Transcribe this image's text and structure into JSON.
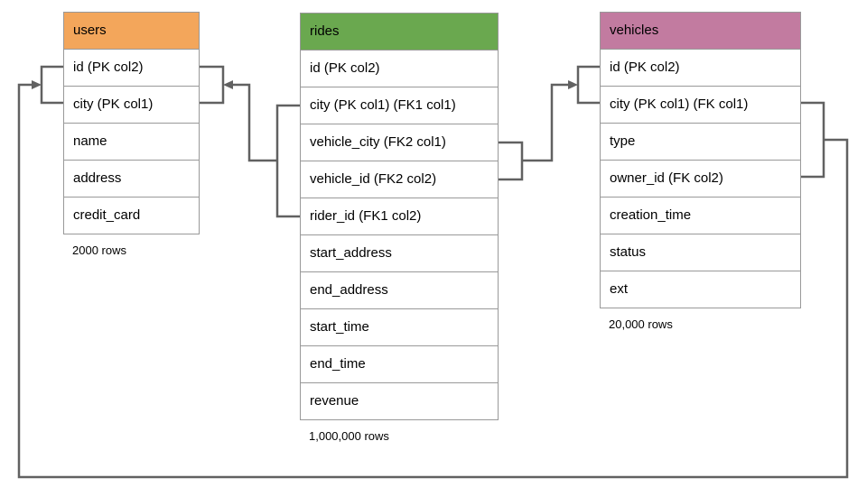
{
  "tables": {
    "users": {
      "title": "users",
      "header_color": "#F3A65B",
      "columns": [
        "id (PK col2)",
        "city (PK col1)",
        "name",
        "address",
        "credit_card"
      ],
      "row_count": "2000 rows"
    },
    "rides": {
      "title": "rides",
      "header_color": "#6AA84F",
      "columns": [
        "id (PK col2)",
        "city (PK col1) (FK1 col1)",
        "vehicle_city (FK2 col1)",
        "vehicle_id (FK2 col2)",
        "rider_id (FK1 col2)",
        "start_address",
        "end_address",
        "start_time",
        "end_time",
        "revenue"
      ],
      "row_count": "1,000,000 rows"
    },
    "vehicles": {
      "title": "vehicles",
      "header_color": "#C27BA0",
      "columns": [
        "id (PK col2)",
        "city (PK col1) (FK col1)",
        "type",
        "owner_id (FK col2)",
        "creation_time",
        "status",
        "ext"
      ],
      "row_count": "20,000 rows"
    }
  },
  "relationships": [
    {
      "from": "rides (city, rider_id) FK1",
      "to": "users (id, city) PK"
    },
    {
      "from": "rides (vehicle_city, vehicle_id) FK2",
      "to": "vehicles (id, city) PK"
    },
    {
      "from": "vehicles (city, owner_id) FK",
      "to": "users (id, city) PK"
    }
  ],
  "colors": {
    "users_header": "#F3A65B",
    "rides_header": "#6AA84F",
    "vehicles_header": "#C27BA0",
    "table_border": "#999999",
    "connector": "#616161",
    "background": "#ffffff",
    "text": "#000000"
  }
}
